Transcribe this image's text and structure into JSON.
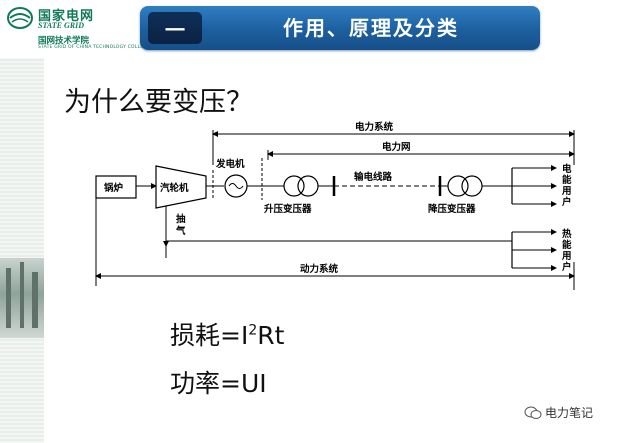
{
  "logo": {
    "name_cn": "国家电网",
    "name_en": "STATE GRID",
    "college_cn": "国网技术学院",
    "college_en": "STATE GRID OF CHINA TECHNOLOGY COLLEGE"
  },
  "header": {
    "badge": "一",
    "title": "作用、原理及分类"
  },
  "question": "为什么要变压？",
  "diagram": {
    "power_system": "电力系统",
    "power_grid": "电力网",
    "boiler": "锅炉",
    "turbine": "汽轮机",
    "generator": "发电机",
    "transmission_line": "输电线路",
    "step_up_transformer": "升压变压器",
    "step_down_transformer": "降压变压器",
    "extraction_steam": "抽气",
    "power_users": "电能用户",
    "heat_users": "热能用户",
    "dynamic_system": "动力系统"
  },
  "formulas": {
    "loss_prefix": "损耗=I",
    "loss_sup": "2",
    "loss_suffix": "Rt",
    "power": "功率=UI"
  },
  "watermark": {
    "text": "电力笔记",
    "icon": "wechat-icon"
  },
  "colors": {
    "header_blue": "#1d5f9f",
    "badge_navy": "#0a2243",
    "brand_green": "#0f7a55"
  }
}
